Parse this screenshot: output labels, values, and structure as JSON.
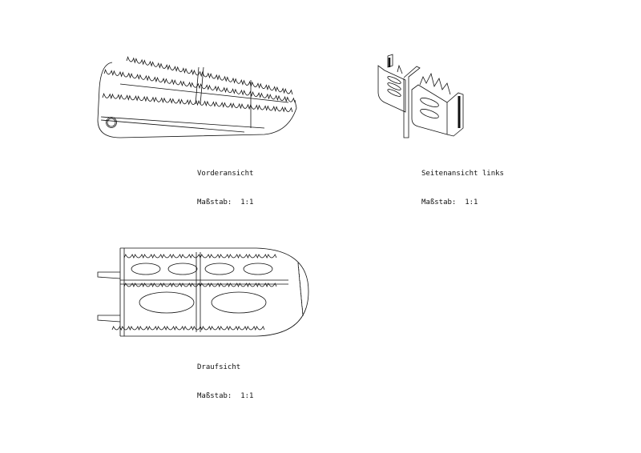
{
  "views": [
    {
      "id": "front",
      "title": "Vorderansicht",
      "scale_label": "Maßstab:",
      "scale": "1:1"
    },
    {
      "id": "side",
      "title": "Seitenansicht links",
      "scale_label": "Maßstab:",
      "scale": "1:1"
    },
    {
      "id": "top",
      "title": "Draufsicht",
      "scale_label": "Maßstab:",
      "scale": "1:1"
    }
  ],
  "colors": {
    "line": "#111111",
    "background": "#ffffff"
  }
}
